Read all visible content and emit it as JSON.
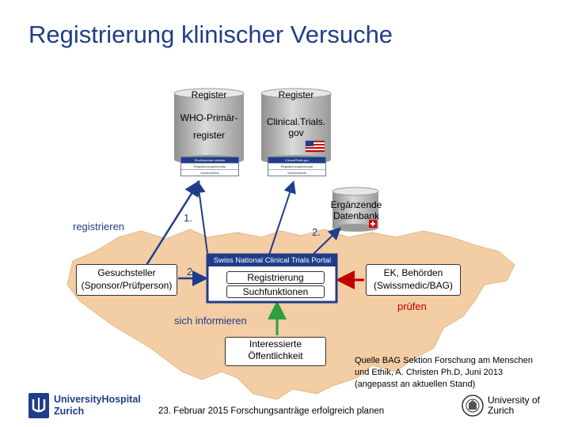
{
  "title": "Registrierung klinischer Versuche",
  "registries": [
    {
      "header": "Register",
      "line1": "WHO-Primär-",
      "line2": "register",
      "mini_title": "Studienportal network",
      "mini_row1": "Registrierungsformular",
      "mini_row2": "Suchformular"
    },
    {
      "header": "Register",
      "line1": "Clinical.Trials.",
      "line2": "gov",
      "mini_title": "ClinicalTrials.gov",
      "mini_row1": "Registrierungsformular",
      "mini_row2": "Suchformular"
    }
  ],
  "database": {
    "line1": "Ergänzende",
    "line2": "Datenbank"
  },
  "portal": {
    "title": "Swiss National Clinical Trials Portal",
    "button1": "Registrierung",
    "button2": "Suchfunktionen"
  },
  "applicant": {
    "line1": "Gesuchsteller",
    "line2": "(Sponsor/Prüfperson)"
  },
  "authorities": {
    "line1": "EK, Behörden",
    "line2": "(Swissmedic/BAG)"
  },
  "public": {
    "line1": "Interessierte",
    "line2": "Öffentlichkeit"
  },
  "labels": {
    "registrieren": "registrieren",
    "step1": "1.",
    "step2a": "2.",
    "step2b": "2.",
    "pruefen": "prüfen",
    "informieren": "sich informieren"
  },
  "source": {
    "line1": "Quelle BAG Sektion Forschung am Menschen",
    "line2": "und Ethik, A. Christen Ph.D, Juni 2013",
    "line3": "(angepasst an aktuellen Stand)"
  },
  "footer": {
    "date_text": "23. Februar 2015 Forschungsanträge erfolgreich planen",
    "usz_line1": "UniversityHospital",
    "usz_line2": "Zurich",
    "uzh_line1": "University of",
    "uzh_line2": "Zurich"
  },
  "colors": {
    "title_blue": "#1f3d8a",
    "map_orange": "#f2c89a",
    "arrow_blue": "#1f3d8a",
    "arrow_red": "#c00000",
    "arrow_green": "#2e9e3e"
  }
}
